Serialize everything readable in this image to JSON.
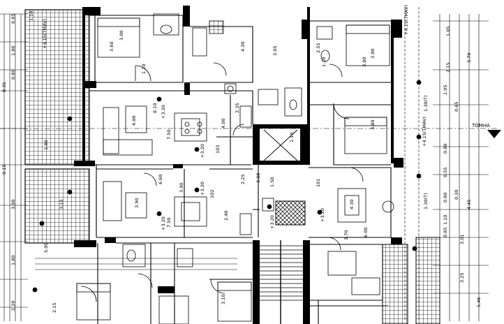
{
  "plan": {
    "section_label": "TOMHA",
    "level_top_marker": "+4.15(TMAV)",
    "level_right_marker": "+4.15(TMAV)",
    "level_left_marker": "+4.15(TMAV)",
    "floor_levels": [
      "+3.20",
      "+3.20",
      "+3.20",
      "+3.20",
      "+3.20",
      "+3.20"
    ],
    "unit_labels": [
      "103",
      "102",
      "101"
    ],
    "left_dims": [
      "0.85",
      "1.80",
      "0.80",
      "0.35",
      "0.15",
      "3.90",
      "3.15",
      "1.80",
      "2.20",
      "1.10",
      "5.00",
      "1.80",
      "2.15"
    ],
    "right_dims": [
      "1.05",
      "2.15",
      "3.70",
      "1.05",
      "1.30(T)",
      "0.65",
      "0.80",
      "0.55",
      "1.30(T)",
      "0.30",
      "0.80",
      "4.45",
      "1.10",
      "0.85",
      "3.01",
      "5.46",
      "3.25"
    ],
    "room_dims": [
      "3.00",
      "3.60",
      "1.10",
      "4.30",
      "3.05",
      "3.00",
      "3.80",
      "2.55",
      "1.20",
      "8.10",
      "4.00",
      "2.35",
      "4.00",
      "7.50",
      "6.60",
      "3.90",
      "3.90",
      "7.50",
      "2.40",
      "1.50",
      "3.80",
      "4.30",
      "3.70",
      "6.00",
      "3.80",
      "3.10",
      "2.25",
      "1.10"
    ]
  }
}
